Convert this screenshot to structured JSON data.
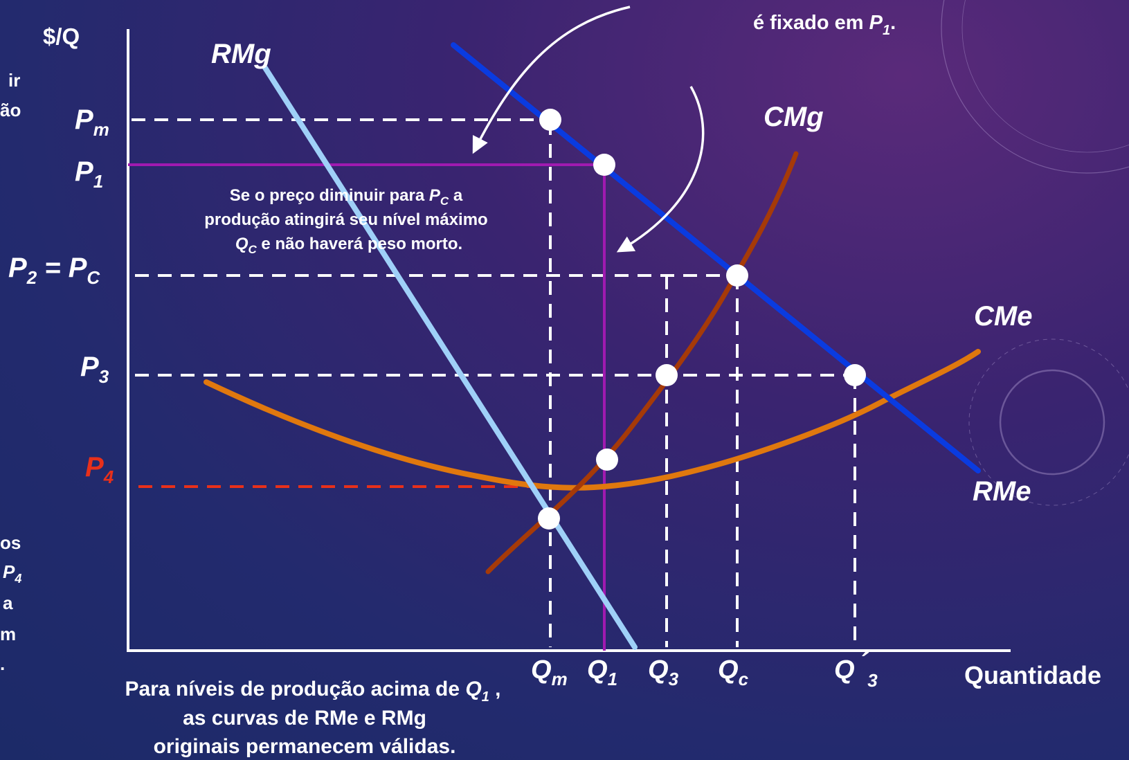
{
  "chart_data": {
    "type": "line",
    "ylabel": "$/Q",
    "xlabel": "Quantidade",
    "curve_labels": {
      "rmg": "RMg",
      "cmg": "CMg",
      "cme": "CMe",
      "rme": "RMe"
    },
    "colors": {
      "rmg": "#9fd0f8",
      "rme": "#0a3be0",
      "cmg": "#a63a08",
      "cme": "#e0780e",
      "p1_line": "#a01ab0",
      "p4_line": "#e8301a"
    },
    "y_ticks": [
      {
        "id": "pm",
        "base": "P",
        "sub": "m"
      },
      {
        "id": "p1",
        "base": "P",
        "sub": "1"
      },
      {
        "id": "p2",
        "base": "P",
        "sub": "2",
        "rest": " = P",
        "sub2": "C"
      },
      {
        "id": "p3",
        "base": "P",
        "sub": "3"
      },
      {
        "id": "p4",
        "base": "P",
        "sub": "4",
        "color": "#e8301a"
      }
    ],
    "x_ticks": [
      {
        "id": "qm",
        "base": "Q",
        "sub": "m"
      },
      {
        "id": "q1",
        "base": "Q",
        "sub": "1"
      },
      {
        "id": "q3",
        "base": "Q",
        "sub": "3"
      },
      {
        "id": "qc",
        "base": "Q",
        "sub": "c"
      },
      {
        "id": "q3p",
        "base": "Q",
        "sup": "´",
        "sub": "3"
      }
    ],
    "points": [
      "Pm-Qm on RMe",
      "P1-Q1 on RMe",
      "Pc-Qc (CMg=RMe)",
      "P3-Q3 on CMg",
      "P3-Q'3 on RMe",
      "Q1 on CMg",
      "Qm on CMg=RMg"
    ]
  },
  "annotations": {
    "top_right": {
      "pre": "é fixado em ",
      "var": "P",
      "sub": "1",
      "post": "."
    },
    "middle": {
      "line1_pre": "Se o preço diminuir para ",
      "line1_var": "P",
      "line1_sub": "C",
      "line1_post": " a",
      "line2": "produção atingirá seu nível máximo",
      "line3_var": "Q",
      "line3_sub": "C",
      "line3_post": " e não haverá peso morto."
    },
    "bottom": {
      "line1_pre": "Para níveis de produção acima de ",
      "line1_var": "Q",
      "line1_sub": "1",
      "line1_post": " ,",
      "line2": "as curvas de RMe e RMg",
      "line3": "originais permanecem válidas."
    },
    "left_fragments": {
      "f1": "ir",
      "f2": "ão",
      "f3": "os",
      "f4_var": "P",
      "f4_sub": "4",
      "f5": "a",
      "f6": "m",
      "f7": "."
    }
  }
}
